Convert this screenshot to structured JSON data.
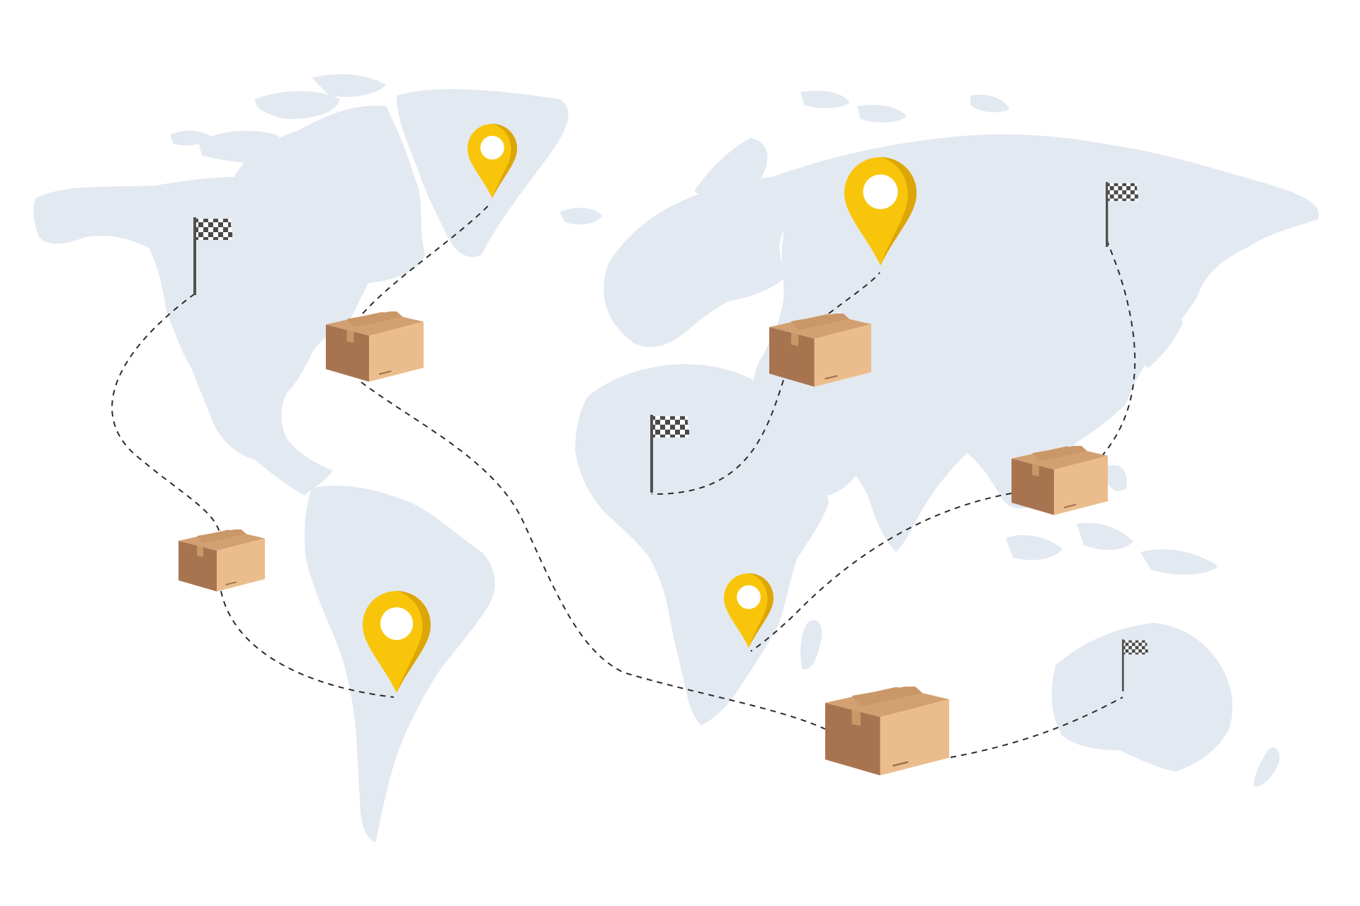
{
  "map": {
    "colors": {
      "background": "#ffffff",
      "land": "#e3e9f1",
      "route": "#2b2b2b",
      "pin": "#f9c50a",
      "pin_shade": "#dca607",
      "pin_hole": "#ffffff",
      "box_left": "#a87450",
      "box_right": "#ecbd8c",
      "box_top": "#d2a071",
      "box_tape": "#c99768",
      "flag_pole": "#505050",
      "flag_dark": "#4a4a4a",
      "flag_light": "#ffffff"
    },
    "markers": {
      "pins": [
        {
          "id": "greenland",
          "icon": "location-pin-icon"
        },
        {
          "id": "russia",
          "icon": "location-pin-icon"
        },
        {
          "id": "south-america",
          "icon": "location-pin-icon"
        },
        {
          "id": "central-africa",
          "icon": "location-pin-icon"
        }
      ],
      "boxes": [
        {
          "id": "north-america",
          "icon": "package-box-icon"
        },
        {
          "id": "central-america",
          "icon": "package-box-icon"
        },
        {
          "id": "europe",
          "icon": "package-box-icon"
        },
        {
          "id": "east-asia",
          "icon": "package-box-icon"
        },
        {
          "id": "south-atlantic",
          "icon": "package-box-icon"
        }
      ],
      "flags": [
        {
          "id": "alaska",
          "icon": "checkered-flag-icon"
        },
        {
          "id": "west-africa",
          "icon": "checkered-flag-icon"
        },
        {
          "id": "siberia",
          "icon": "checkered-flag-icon"
        },
        {
          "id": "australia",
          "icon": "checkered-flag-icon"
        }
      ]
    },
    "routes": [
      {
        "from": "north-america",
        "to": "greenland"
      },
      {
        "from": "alaska",
        "to": "central-america"
      },
      {
        "from": "central-america",
        "to": "south-america"
      },
      {
        "from": "north-america",
        "to": "south-atlantic"
      },
      {
        "from": "europe",
        "to": "russia"
      },
      {
        "from": "europe",
        "to": "west-africa"
      },
      {
        "from": "east-asia",
        "to": "siberia"
      },
      {
        "from": "east-asia",
        "to": "central-africa"
      },
      {
        "from": "south-atlantic",
        "to": "australia"
      }
    ]
  }
}
